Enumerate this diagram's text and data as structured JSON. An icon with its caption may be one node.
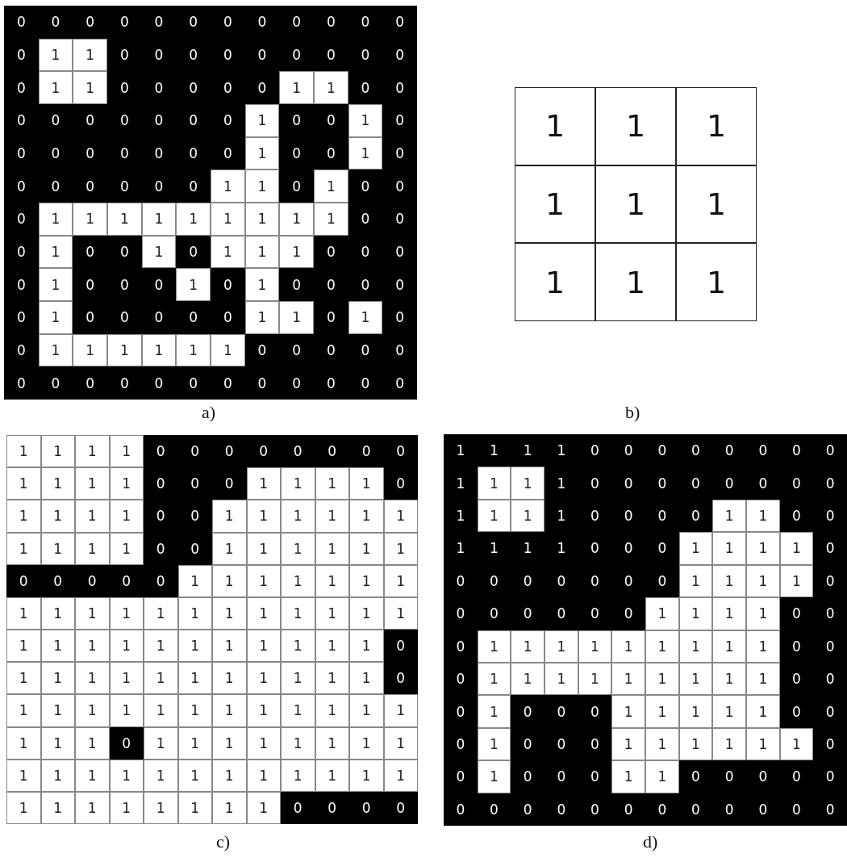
{
  "diagram": {
    "labels": [
      "0",
      "0",
      "0",
      "0",
      "0",
      "0",
      "0",
      "0",
      "0",
      "0",
      "0",
      "0",
      "0",
      "1",
      "1",
      "0",
      "0",
      "0",
      "0",
      "0",
      "0",
      "0",
      "0",
      "0",
      "0",
      "1",
      "1",
      "0",
      "0",
      "0",
      "0",
      "0",
      "1",
      "1",
      "0",
      "0",
      "0",
      "0",
      "0",
      "0",
      "0",
      "0",
      "0",
      "1",
      "0",
      "0",
      "1",
      "0",
      "0",
      "0",
      "0",
      "0",
      "0",
      "0",
      "0",
      "1",
      "0",
      "0",
      "1",
      "0",
      "0",
      "0",
      "0",
      "0",
      "0",
      "0",
      "1",
      "1",
      "0",
      "1",
      "0",
      "0",
      "0",
      "1",
      "1",
      "1",
      "1",
      "1",
      "1",
      "1",
      "1",
      "1",
      "0",
      "0",
      "0",
      "1",
      "0",
      "0",
      "1",
      "0",
      "1",
      "1",
      "1",
      "0",
      "0",
      "0",
      "0",
      "1",
      "0",
      "0",
      "0",
      "1",
      "0",
      "1",
      "0",
      "0",
      "0",
      "0",
      "0",
      "1",
      "0",
      "0",
      "0",
      "0",
      "0",
      "1",
      "1",
      "0",
      "1",
      "0",
      "0",
      "1",
      "1",
      "1",
      "1",
      "1",
      "1",
      "0",
      "0",
      "0",
      "0",
      "0",
      "0",
      "0",
      "0",
      "0",
      "0",
      "0",
      "0",
      "0",
      "0",
      "0",
      "0",
      "0",
      "1",
      "1",
      "1",
      "1",
      "1",
      "1",
      "1",
      "1",
      "1",
      "a)",
      "b)",
      "1",
      "1",
      "1",
      "1",
      "0",
      "0",
      "0",
      "0",
      "0",
      "0",
      "0",
      "0",
      "1",
      "1",
      "1",
      "1",
      "0",
      "0",
      "0",
      "1",
      "1",
      "1",
      "1",
      "0",
      "1",
      "1",
      "1",
      "1",
      "0",
      "0",
      "1",
      "1",
      "1",
      "1",
      "1",
      "1",
      "1",
      "1",
      "1",
      "1",
      "0",
      "0",
      "1",
      "1",
      "1",
      "1",
      "1",
      "1",
      "0",
      "0",
      "0",
      "0",
      "0",
      "1",
      "1",
      "1",
      "1",
      "1",
      "1",
      "1",
      "1",
      "1",
      "1",
      "1",
      "1",
      "1",
      "1",
      "1",
      "1",
      "1",
      "1",
      "1",
      "1",
      "1",
      "1",
      "1",
      "1",
      "1",
      "1",
      "1",
      "1",
      "1",
      "1",
      "0",
      "1",
      "1",
      "1",
      "1",
      "1",
      "1",
      "1",
      "1",
      "1",
      "1",
      "1",
      "0",
      "1",
      "1",
      "1",
      "1",
      "1",
      "1",
      "1",
      "1",
      "1",
      "1",
      "1",
      "1",
      "1",
      "1",
      "1",
      "0",
      "1",
      "1",
      "1",
      "1",
      "1",
      "1",
      "1",
      "1",
      "1",
      "1",
      "1",
      "1",
      "1",
      "1",
      "1",
      "1",
      "1",
      "1",
      "1",
      "1",
      "1",
      "1",
      "1",
      "1",
      "1",
      "1",
      "1",
      "1",
      "0",
      "0",
      "0",
      "0",
      "1",
      "1",
      "1",
      "1",
      "0",
      "0",
      "0",
      "0",
      "0",
      "0",
      "0",
      "0",
      "1",
      "1",
      "1",
      "1",
      "0",
      "0",
      "0",
      "0",
      "0",
      "0",
      "0",
      "0",
      "1",
      "1",
      "1",
      "1",
      "0",
      "0",
      "0",
      "0",
      "1",
      "1",
      "0",
      "0",
      "1",
      "1",
      "1",
      "1",
      "0",
      "0",
      "0",
      "1",
      "1",
      "1",
      "1",
      "0",
      "0",
      "0",
      "0",
      "0",
      "0",
      "0",
      "0",
      "1",
      "1",
      "1",
      "1",
      "0",
      "0",
      "0",
      "0",
      "0",
      "0",
      "0",
      "1",
      "1",
      "1",
      "1",
      "0",
      "0",
      "0",
      "1",
      "1",
      "1",
      "1",
      "1",
      "1",
      "1",
      "1",
      "1",
      "0",
      "0",
      "0",
      "1",
      "1",
      "1",
      "1",
      "1",
      "1",
      "1",
      "1",
      "1",
      "0",
      "0",
      "0",
      "1",
      "0",
      "0",
      "0",
      "1",
      "1",
      "1",
      "1",
      "1",
      "0",
      "0",
      "0",
      "1",
      "0",
      "0",
      "0",
      "1",
      "1",
      "1",
      "1",
      "1",
      "1",
      "0",
      "0",
      "1",
      "0",
      "0",
      "0",
      "1",
      "1",
      "0",
      "0",
      "0",
      "0",
      "0",
      "0",
      "0",
      "0",
      "0",
      "0",
      "0",
      "0",
      "0",
      "0",
      "0",
      "0",
      "0",
      "c)",
      "d)"
    ]
  }
}
